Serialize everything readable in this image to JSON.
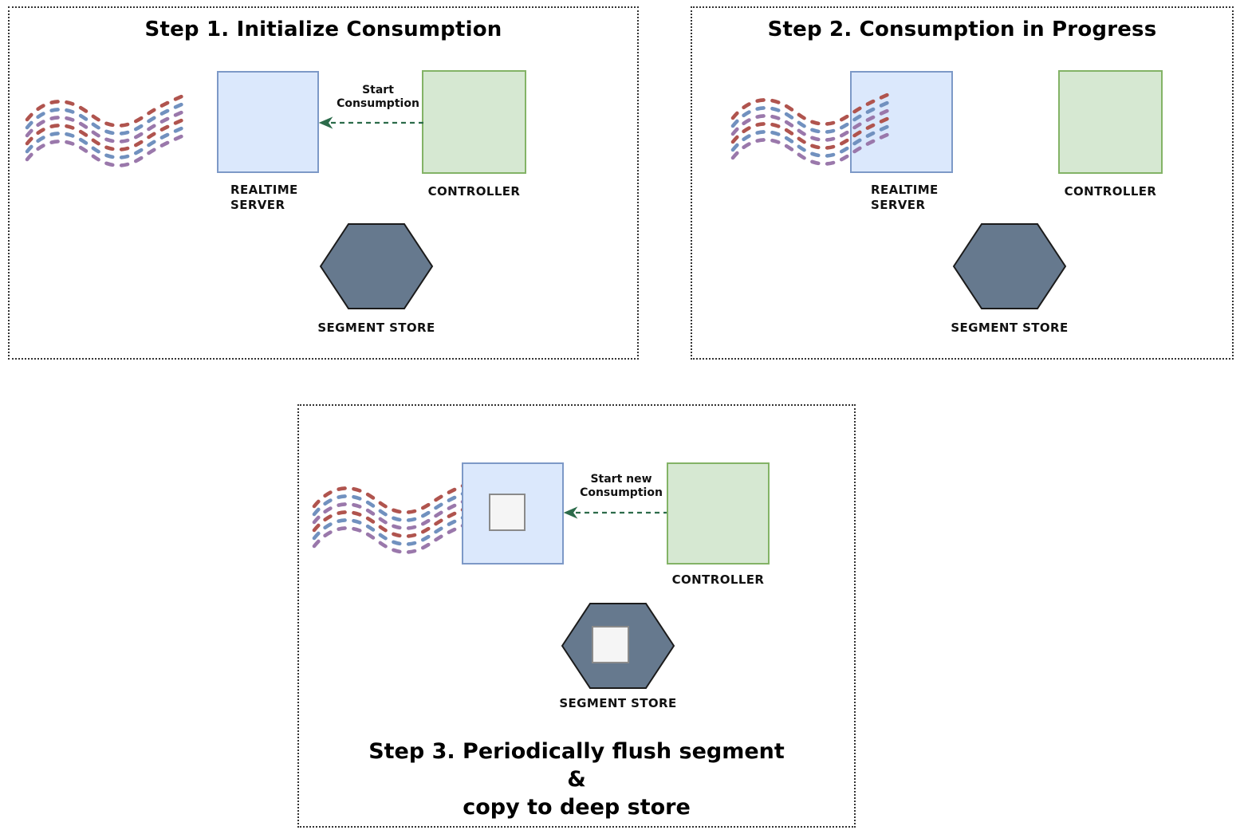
{
  "colors": {
    "server_fill": "#dbe8fc",
    "server_stroke": "#7d99c7",
    "controller_fill": "#d6e8d2",
    "controller_stroke": "#83b366",
    "segment_store_fill": "#66798e",
    "segment_store_stroke": "#1b1b1b",
    "segment_chip_fill": "#f5f5f5",
    "segment_chip_stroke": "#8a8a8a",
    "arrow_green": "#2c6b4a",
    "stream_red": "#b0544e",
    "stream_blue": "#7191bf",
    "stream_purple": "#9a78ab",
    "border_color": "#333333",
    "text_color": "#111111"
  },
  "panels": [
    {
      "title": "Step 1. Initialize Consumption",
      "server_label_line1": "REALTIME",
      "server_label_line2": "SERVER",
      "controller_label": "CONTROLLER",
      "segment_store_label": "SEGMENT STORE",
      "arrow_label_line1": "Start",
      "arrow_label_line2": "Consumption"
    },
    {
      "title": "Step 2. Consumption in Progress",
      "server_label_line1": "REALTIME",
      "server_label_line2": "SERVER",
      "controller_label": "CONTROLLER",
      "segment_store_label": "SEGMENT STORE"
    },
    {
      "title_line1": "Step 3. Periodically flush segment",
      "title_line2": "&",
      "title_line3": "copy to deep store",
      "controller_label": "CONTROLLER",
      "segment_store_label": "SEGMENT STORE",
      "arrow_label_line1": "Start new",
      "arrow_label_line2": "Consumption"
    }
  ]
}
